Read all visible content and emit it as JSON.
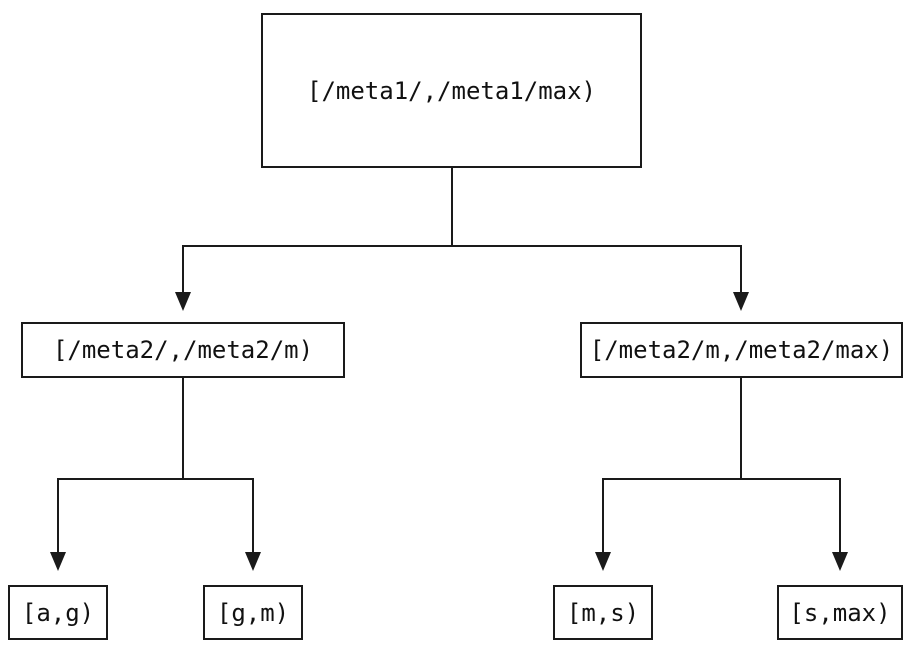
{
  "tree": {
    "nodes": {
      "root": {
        "label": "[/meta1/,/meta1/max)"
      },
      "meta2_low": {
        "label": "[/meta2/,/meta2/m)"
      },
      "meta2_high": {
        "label": "[/meta2/m,/meta2/max)"
      },
      "leaf_ag": {
        "label": "[a,g)"
      },
      "leaf_gm": {
        "label": "[g,m)"
      },
      "leaf_ms": {
        "label": "[m,s)"
      },
      "leaf_smax": {
        "label": "[s,max)"
      }
    },
    "edges": [
      {
        "from": "root",
        "to": "meta2_low"
      },
      {
        "from": "root",
        "to": "meta2_high"
      },
      {
        "from": "meta2_low",
        "to": "leaf_ag"
      },
      {
        "from": "meta2_low",
        "to": "leaf_gm"
      },
      {
        "from": "meta2_high",
        "to": "leaf_ms"
      },
      {
        "from": "meta2_high",
        "to": "leaf_smax"
      }
    ],
    "colors": {
      "stroke": "#1a1a1a",
      "background": "#ffffff",
      "node_fill": "#ffffff"
    }
  }
}
